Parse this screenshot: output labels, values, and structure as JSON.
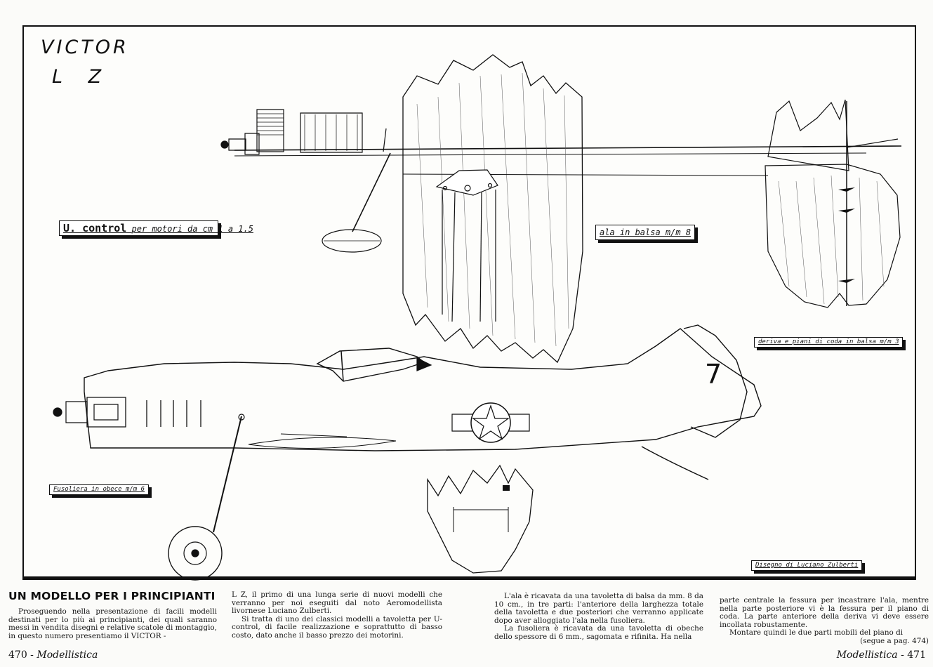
{
  "drawing": {
    "handwritten_title": "VICTOR",
    "handwritten_subtitle": "L Z",
    "labels": {
      "u_control_big": "U. control",
      "u_control_rest": "per motori da cm 1 a 1.5",
      "wing": "ala in balsa m/m 8",
      "tail": "deriva e piani di coda in balsa m/m 3",
      "fuselage": "Fusoliera in obece m/m 6",
      "credit": "Disegno di Luciano Zulberti"
    },
    "fin_number": "7"
  },
  "article": {
    "headline": "UN MODELLO PER I PRINCIPIANTI",
    "col1": "Proseguendo nella presentazione di facili modelli destinati per lo più ai principianti, dei quali saranno messi in vendita disegni e relative scatole di montaggio, in questo numero presentiamo il VICTOR -",
    "col2_p1": "L Z, il primo di una lunga serie di nuovi modelli che verranno per noi eseguiti dal noto Aeromodellista livornese Luciano Zulberti.",
    "col2_p2": "Si tratta di uno dei classici modelli a tavoletta per U-control, di facile realizzazione e soprattutto di basso costo, dato anche il basso prezzo dei motorini.",
    "col3_p1": "L'ala è ricavata da una tavoletta di balsa da mm. 8 da 10 cm., in tre parti: l'anteriore della larghezza totale della tavoletta e due posteriori che verranno applicate dopo aver alloggiato l'ala nella fusoliera.",
    "col3_p2": "La fusoliera è ricavata da una tavoletta di obeche dello spessore di 6 mm., sagomata e rifinita. Ha nella",
    "col4_p1": "parte centrale la fessura per incastrare l'ala, mentre nella parte posteriore vi è la fessura per il piano di coda. La parte anteriore della deriva vi deve essere incollata robustamente.",
    "col4_p2": "Montare quindi le due parti mobili del piano di",
    "col4_cont": "(segue a pag. 474)"
  },
  "footer": {
    "left_number": "470",
    "left_sep": " - ",
    "left_name": "Modellistica",
    "right_name": "Modellistica",
    "right_sep": " - ",
    "right_number": "471"
  }
}
